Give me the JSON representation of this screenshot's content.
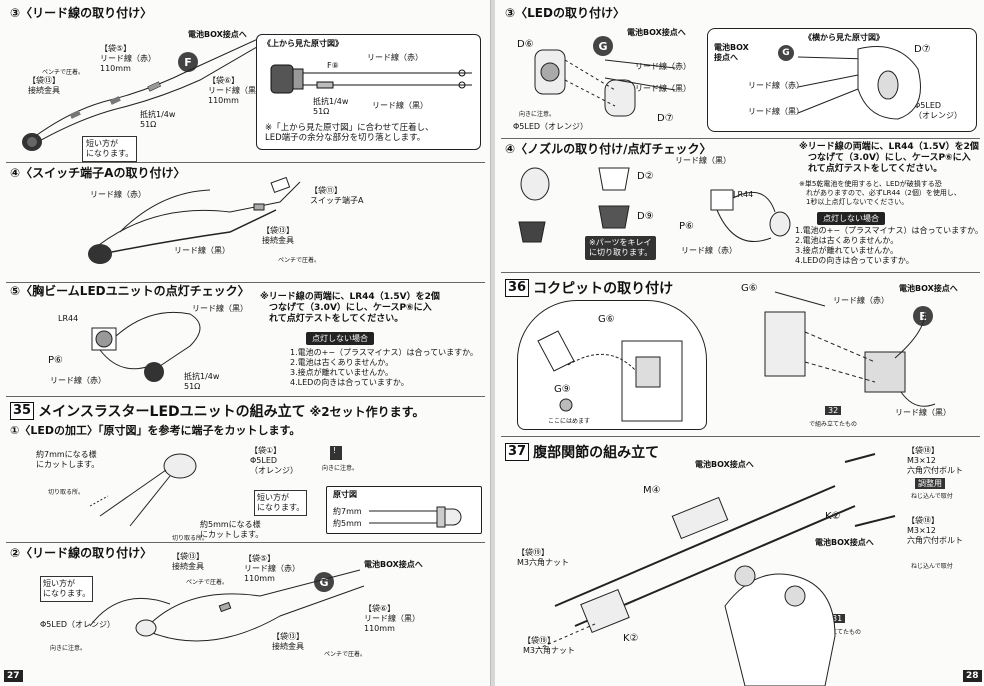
{
  "left_page": {
    "page_number": "27",
    "s3": {
      "title": "③〈リード線の取り付け〉",
      "box_label": "電池BOX接点へ",
      "bag5": "【袋⑤】\nリード線（赤）\n110mm",
      "f_label": "F",
      "bag13": "【袋⑬】\n接続金具",
      "pliers": "ペンチで圧着。",
      "bag6": "【袋⑥】\nリード線（黒）\n110mm",
      "resistor": "抵抗1/4w\n51Ω",
      "short_neg": "短い方が\nになります。",
      "inset_title": "《上から見た原寸図》",
      "inset_f": "F⑧",
      "inset_red": "リード線（赤）",
      "inset_black": "リード線（黒）",
      "inset_resistor": "抵抗1/4w\n51Ω",
      "inset_note": "※「上から見た原寸図」に合わせて圧着し、\nLED端子の余分な部分を切り落とします。"
    },
    "s4": {
      "title": "④〈スイッチ端子Aの取り付け〉",
      "lead_red": "リード線（赤）",
      "bag11": "【袋⑪】\nスイッチ端子A",
      "bag13": "【袋⑬】\n接続金具",
      "lead_black": "リード線（黒）",
      "pliers": "ペンチで圧着。"
    },
    "s5": {
      "title": "⑤〈胸ビームLEDユニットの点灯チェック〉",
      "lead_black": "リード線（黒）",
      "lr44": "LR44",
      "p6": "P⑥",
      "lead_red": "リード線（赤）",
      "resistor": "抵抗1/4w\n51Ω",
      "note": "※リード線の両端に、LR44（1.5V）を2個\n　つなげて（3.0V）にし、ケースP⑥に入\n　れて点灯テストをしてください。",
      "pill": "点灯しない場合",
      "checks": "1.電池の+−（プラスマイナス）は合っていますか。\n2.電池は古くありませんか。\n3.接点が離れていませんか。\n4.LEDの向きは合っていますか。"
    },
    "s35": {
      "num": "35",
      "title": "メインスラスターLEDユニットの組み立て",
      "sub": "※2セット作ります。",
      "step1": "①〈LEDの加工〉「原寸図」を参考に端子をカットします。",
      "cut7": "約7mmになる様\nにカットします。",
      "cut_note": "切り取る所。",
      "bag1": "【袋①】\nΦ5LED\n（オレンジ）",
      "direction": "向きに注意。",
      "short_neg": "短い方が\nになります。",
      "cut5": "約5mmになる様\nにカットします。",
      "cut_note2": "切り取る所。",
      "scale_title": "原寸図",
      "scale7": "約7mm",
      "scale5": "約5mm",
      "step2": "②〈リード線の取り付け〉",
      "short_neg2": "短い方が\nになります。",
      "bag13a": "【袋⑬】\n接続金具",
      "pliers": "ペンチで圧着。",
      "bag5": "【袋⑤】\nリード線（赤）\n110mm",
      "g_label": "G",
      "box_label": "電池BOX接点へ",
      "led": "Φ5LED（オレンジ）",
      "direction2": "向きに注意。",
      "bag6": "【袋⑥】\nリード線（黒）\n110mm",
      "bag13b": "【袋⑬】\n接続金具",
      "pliers2": "ペンチで圧着。"
    }
  },
  "right_page": {
    "page_number": "28",
    "s3": {
      "title": "③〈LEDの取り付け〉",
      "d6": "D⑥",
      "g": "G",
      "box_label": "電池BOX接点へ",
      "lead_red": "リード線（赤）",
      "lead_black": "リード線（黒）",
      "d7": "D⑦",
      "direction": "向きに注意。",
      "led": "Φ5LED（オレンジ）",
      "side_title": "《横から見た原寸図》",
      "side_box": "電池BOX\n接点へ",
      "side_g": "G",
      "side_d7": "D⑦",
      "side_red": "リード線（赤）",
      "side_black": "リード線（黒）",
      "side_led": "Φ5LED\n（オレンジ）"
    },
    "s4": {
      "title": "④〈ノズルの取り付け/点灯チェック〉",
      "d2": "D②",
      "d9": "D⑨",
      "trim": "※パーツをキレイ\nに切り取ります。",
      "lead_black": "リード線（黒）",
      "lr44": "LR44",
      "p6": "P⑥",
      "lead_red": "リード線（赤）",
      "note": "※リード線の両端に、LR44（1.5V）を2個\n　つなげて（3.0V）にし、ケースP⑥に入\n　れて点灯テストをしてください。",
      "note2": "※単5乾電池を使用すると、LEDが破損する恐\n　れがありますので、必ずLR44（2個）を使用し、\n　1秒以上点灯しないでください。",
      "pill": "点灯しない場合",
      "checks": "1.電池の+−（プラスマイナス）は合っていますか。\n2.電池は古くありませんか。\n3.接点が離れていませんか。\n4.LEDの向きは合っていますか。"
    },
    "s36": {
      "num": "36",
      "title": "コクピットの取り付け",
      "g6a": "G⑥",
      "g9": "G⑨",
      "g9_note": "ここにはめます",
      "g6b": "G⑥",
      "lead_red": "リード線（赤）",
      "box_label": "電池BOX接点へ",
      "e": "E",
      "lead_black": "リード線（黒）",
      "ref32": "32",
      "ref32_note": "で組み立てたもの"
    },
    "s37": {
      "num": "37",
      "title": "腹部関節の組み立て",
      "box_label1": "電池BOX接点へ",
      "m4": "M④",
      "bag18a": "【袋⑱】\nM3×12\n六角穴付ボルト",
      "adjust": "調整用",
      "thread": "ねじ込んで取付",
      "k2a": "K②",
      "bag18b": "【袋⑱】\nM3×12\n六角穴付ボルト",
      "thread2": "ねじ込んで取付",
      "box_label2": "電池BOX接点へ",
      "bag19a": "【袋⑲】\nM3六角ナット",
      "k2b": "K②",
      "ref31": "31",
      "ref31_note": "で組み立てたもの",
      "bag19b": "【袋⑲】\nM3六角ナット"
    }
  }
}
